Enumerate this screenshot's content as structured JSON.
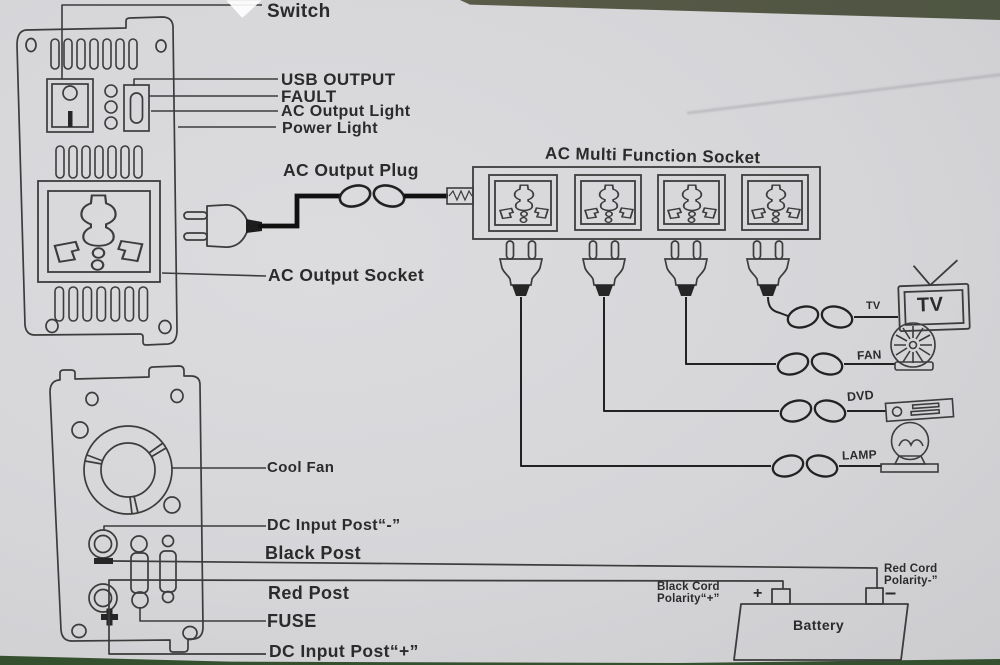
{
  "colors": {
    "paper": "#d7d7da",
    "ink": "#2b2b2b",
    "line": "#3c3c3c",
    "cord": "#111111",
    "table_top": "#565846",
    "table_bottom": "#40603c"
  },
  "labels": {
    "switch": "Switch",
    "usb_output": "USB OUTPUT",
    "fault": "FAULT",
    "ac_output_light": "AC Output Light",
    "power_light": "Power Light",
    "ac_output_plug": "AC Output Plug",
    "ac_multi_function_socket": "AC Multi Function Socket",
    "ac_output_socket": "AC Output Socket",
    "cool_fan": "Cool Fan",
    "dc_input_post_neg": "DC Input Post“-”",
    "black_post": "Black Post",
    "red_post": "Red Post",
    "fuse": "FUSE",
    "dc_input_post_pos": "DC Input Post“+”"
  },
  "appliances": {
    "tv_wire": "TV",
    "tv_screen": "TV",
    "fan": "FAN",
    "dvd": "DVD",
    "lamp": "LAMP"
  },
  "battery": {
    "label": "Battery",
    "plus_mark": "+",
    "minus_mark": "–"
  },
  "cords": {
    "black_line1": "Black Cord",
    "black_line2": "Polarity“+”",
    "red_line1": "Red Cord",
    "red_line2": "Polarity-”"
  }
}
